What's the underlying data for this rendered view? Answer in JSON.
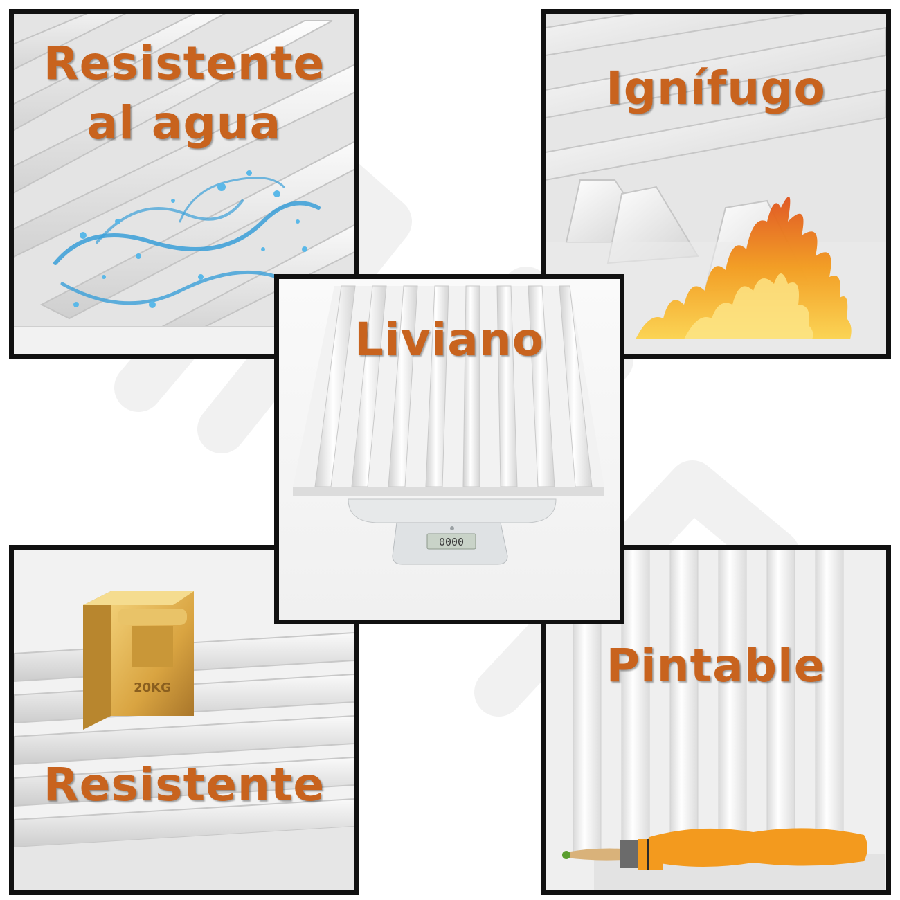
{
  "colors": {
    "label": "#c8631e",
    "frame": "#111111",
    "panel_surface": "#e8e8e8",
    "water": "#3a9fd8",
    "fire": "#f08a1c",
    "paint": "#f39a1e",
    "weight": "#d9a441"
  },
  "panels": {
    "water_resistant": {
      "line1": "Resistente",
      "line2": "al agua",
      "icon": "water-splash-icon"
    },
    "fireproof": {
      "title": "Ignífugo",
      "icon": "flame-icon"
    },
    "lightweight": {
      "title": "Liviano",
      "icon": "scale-icon",
      "scale_display": "0000"
    },
    "resistant": {
      "title": "Resistente",
      "icon": "weight-icon",
      "weight_marking": "20KG"
    },
    "paintable": {
      "title": "Pintable",
      "icon": "paintbrush-icon"
    }
  }
}
